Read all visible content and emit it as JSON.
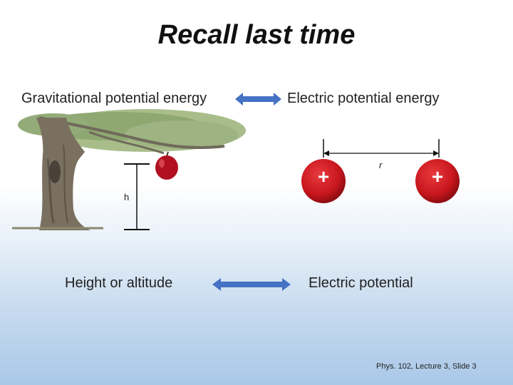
{
  "slide": {
    "title": "Recall last time",
    "left_top_label": "Gravitational potential energy",
    "right_top_label": "Electric potential energy",
    "left_bottom_label": "Height or altitude",
    "right_bottom_label": "Electric potential",
    "height_label": "h",
    "distance_label": "r",
    "charge_symbol": "+",
    "footer": "Phys. 102, Lecture 3, Slide 3"
  },
  "colors": {
    "arrow": "#4472c4",
    "charge": "#c8161d",
    "apple": "#b01020",
    "foliage": "#8fa872",
    "trunk": "#7a7060"
  },
  "icons": [
    "double-arrow-icon",
    "tree-icon",
    "apple-icon",
    "charge-sphere-icon"
  ]
}
